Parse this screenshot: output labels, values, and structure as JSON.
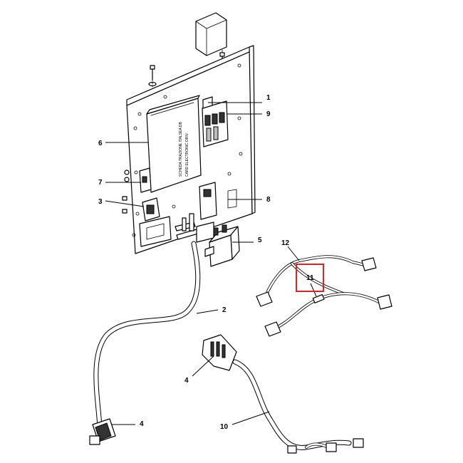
{
  "diagram": {
    "board_label_lines": [
      "SCHEDA TRAZIONE ITALSEA DB",
      "CARD ELECTRONIC DRIV"
    ],
    "accent_color": "#d9232a",
    "highlighted_callout": "11",
    "callouts": {
      "c1": "1",
      "c2": "2",
      "c3": "3",
      "c4a": "4",
      "c4b": "4",
      "c5": "5",
      "c6": "6",
      "c7": "7",
      "c8": "8",
      "c9": "9",
      "c10": "10",
      "c11": "11",
      "c12": "12"
    }
  }
}
